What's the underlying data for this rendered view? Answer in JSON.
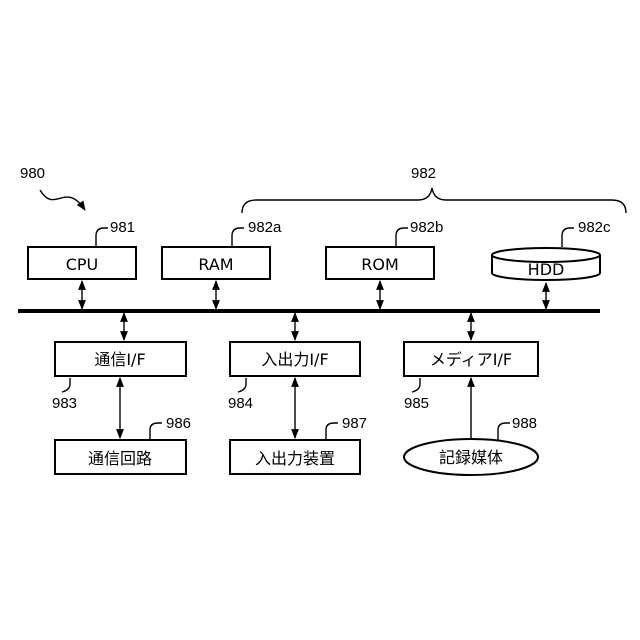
{
  "figure": {
    "system_ref": "980",
    "memory_group_ref": "982",
    "components": {
      "cpu": {
        "label": "CPU",
        "ref": "981"
      },
      "ram": {
        "label": "RAM",
        "ref": "982a"
      },
      "rom": {
        "label": "ROM",
        "ref": "982b"
      },
      "hdd": {
        "label": "HDD",
        "ref": "982c"
      },
      "comm_if": {
        "label": "通信I/F",
        "ref": "983"
      },
      "io_if": {
        "label": "入出力I/F",
        "ref": "984"
      },
      "media_if": {
        "label": "メディアI/F",
        "ref": "985"
      },
      "comm_circuit": {
        "label": "通信回路",
        "ref": "986"
      },
      "io_device": {
        "label": "入出力装置",
        "ref": "987"
      },
      "media": {
        "label": "記録媒体",
        "ref": "988"
      }
    }
  }
}
